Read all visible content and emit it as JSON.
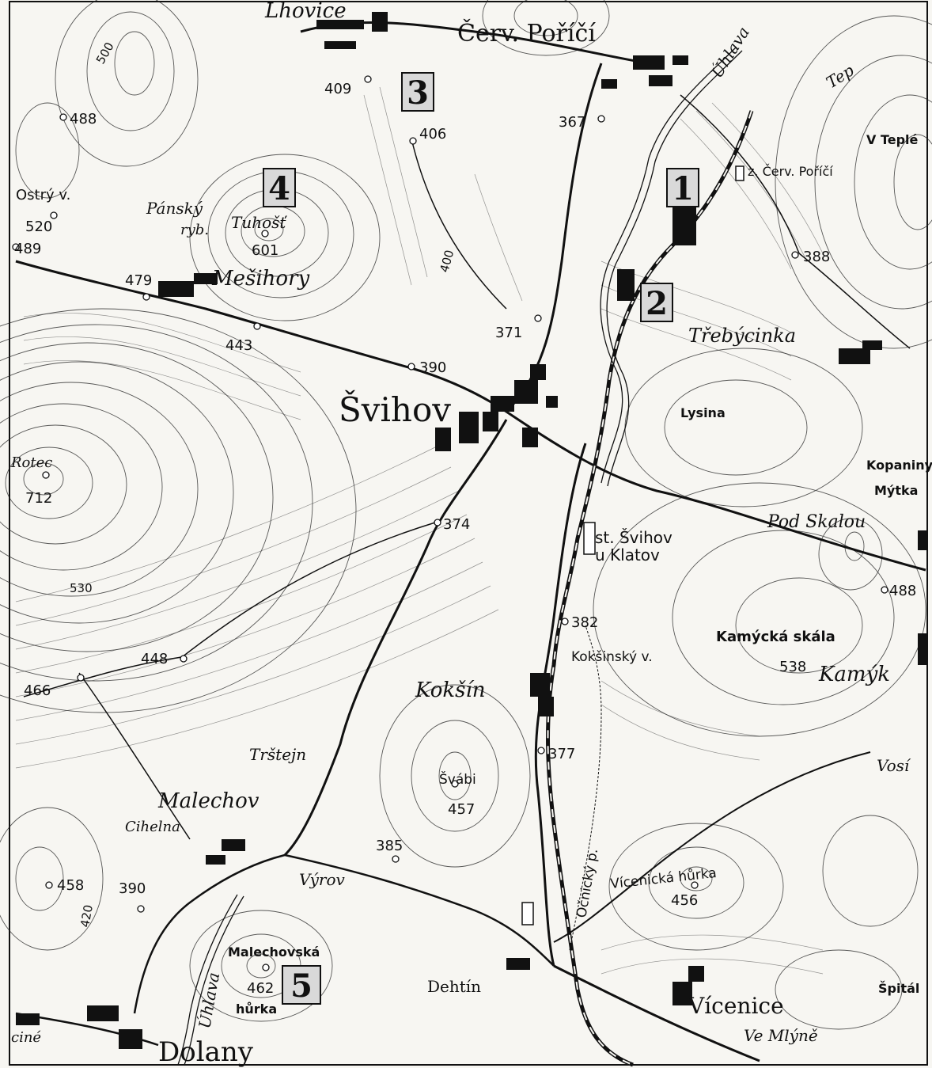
{
  "colors": {
    "ink": "#111111",
    "paper": "#f7f6f2",
    "box_fill": "#d9d9d9"
  },
  "markers": [
    "1",
    "2",
    "3",
    "4",
    "5"
  ],
  "settlements": {
    "svihov": "Švihov",
    "cerv_porici": "Červ. Poříčí",
    "lhovice": "Lhovice",
    "mesihory": "Mešihory",
    "koksin": "Kokšín",
    "malechov": "Malechov",
    "dolany": "Dolany",
    "vicenice": "Vícenice",
    "dehtin": "Dehtín",
    "vyrov": "Výrov",
    "trebycinka": "Třebýcinka",
    "kamyk": "Kamýk",
    "ve_mlyne": "Ve Mlýně",
    "z_cerv_porici": "z. Červ. Poříčí",
    "st_svihov": "st. Švihov",
    "u_klatov": "u Klatov",
    "v_teple": "V Teplé",
    "spital": "Špitál",
    "kopaniny": "Kopaniny",
    "mytka": "Mýtka",
    "pod_skalou": "Pod Skalou",
    "cihelna": "Cihelna",
    "trstejn": "Trštejn",
    "vosi": "Vosí",
    "cine": "ciné"
  },
  "features": {
    "pansky_ryb_1": "Pánský",
    "pansky_ryb_2": "ryb.",
    "tuhost": "Tuhošť",
    "ostry_v": "Ostrý v.",
    "lysina": "Lysina",
    "koksinsky_v": "Kokšinský v.",
    "kamycka_skala": "Kamýcká skála",
    "svabi": "Švábi",
    "vicenicka_hurka": "Vícenická hůrka",
    "malechovska": "Malechovská",
    "hurka": "hůrka",
    "rotec": "Rotec",
    "uhlava_n": "Úhlava",
    "uhlava_s": "Úhlava",
    "tepla": "Tep",
    "ocnicky_p": "Očnický p."
  },
  "spot_heights": {
    "h488_nw": "488",
    "h409": "409",
    "h406": "406",
    "h367": "367",
    "h520": "520",
    "h489": "489",
    "h601": "601",
    "h479": "479",
    "h443": "443",
    "h390_n": "390",
    "h371": "371",
    "h388": "388",
    "h712": "712",
    "h374": "374",
    "h488_e": "488",
    "h382": "382",
    "h538": "538",
    "h448": "448",
    "h466": "466",
    "h377": "377",
    "h457": "457",
    "h385": "385",
    "h456": "456",
    "h458": "458",
    "h390_s": "390",
    "h462": "462"
  },
  "contour_labels": {
    "c500": "500",
    "c400": "400",
    "c530": "530",
    "c420": "420"
  }
}
